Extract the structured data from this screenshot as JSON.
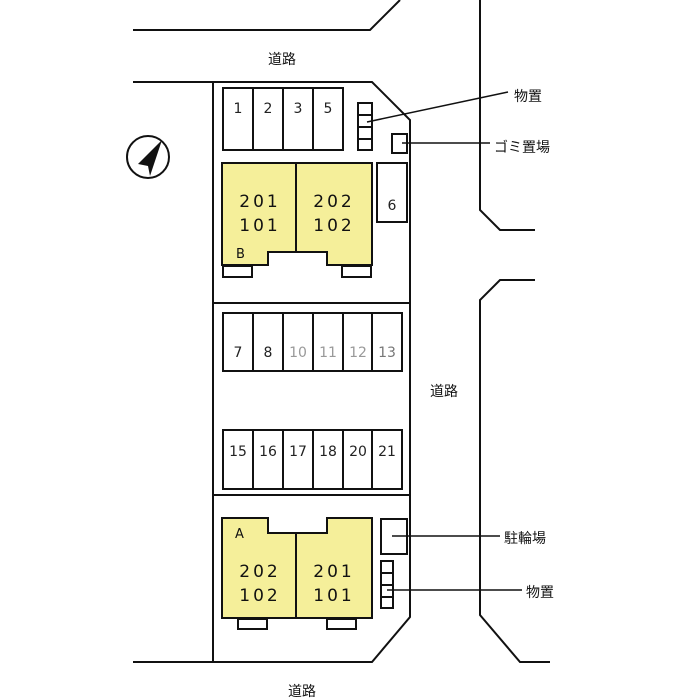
{
  "labels": {
    "road_top": "道路",
    "road_right": "道路",
    "road_bottom": "道路",
    "storage_top": "物置",
    "garbage": "ゴミ置場",
    "bicycle": "駐輪場",
    "storage_bottom": "物置"
  },
  "parking": {
    "row1": [
      "1",
      "2",
      "3",
      "5"
    ],
    "six": "6",
    "row2": [
      "7",
      "8",
      "10",
      "11",
      "12",
      "13"
    ],
    "row3": [
      "15",
      "16",
      "17",
      "18",
      "20",
      "21"
    ]
  },
  "building_b": {
    "name": "B",
    "left": [
      "201",
      "101"
    ],
    "right": [
      "202",
      "102"
    ]
  },
  "building_a": {
    "name": "A",
    "left": [
      "202",
      "102"
    ],
    "right": [
      "201",
      "101"
    ]
  },
  "colors": {
    "building": "#f5ef9a",
    "line": "#111111"
  }
}
